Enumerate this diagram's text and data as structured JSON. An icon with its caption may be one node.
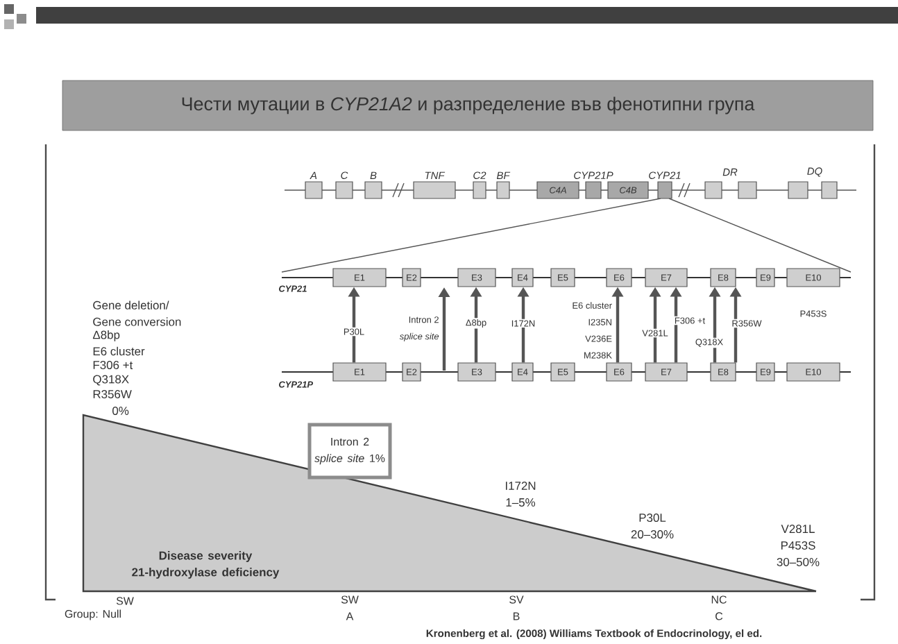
{
  "diagram": {
    "title": "Чести мутации в *CYP21A2* и разпределение във фенотипни група",
    "nodes": [
      {
        "text": [
          "A"
        ]
      },
      {
        "text": [
          "C"
        ]
      },
      {
        "text": [
          "B"
        ]
      },
      {
        "text": [
          "TNF"
        ]
      },
      {
        "text": [
          "C2"
        ]
      },
      {
        "text": [
          "BF"
        ]
      },
      {
        "text": [
          "C4A"
        ]
      },
      {
        "text": [
          "CYP21P"
        ]
      },
      {
        "text": [
          "C4B"
        ]
      },
      {
        "text": [
          "CYP21"
        ]
      },
      {
        "text": [],
        "shape": "box"
      },
      {
        "text": [],
        "shape": "box"
      },
      {
        "text": [],
        "shape": "box"
      },
      {
        "text": [],
        "shape": "box"
      },
      {
        "text": [
          "E1"
        ]
      },
      {
        "text": [
          "E2"
        ]
      },
      {
        "text": [
          "E3"
        ]
      },
      {
        "text": [
          "E4"
        ]
      },
      {
        "text": [
          "E5"
        ]
      },
      {
        "text": [
          "E6"
        ]
      },
      {
        "text": [
          "E7"
        ]
      },
      {
        "text": [
          "E8"
        ]
      },
      {
        "text": [
          "E9"
        ]
      },
      {
        "text": [
          "E10"
        ],
        "beside": [
          "P453S"
        ]
      },
      {
        "text": [
          "E1"
        ]
      },
      {
        "text": [
          "E2"
        ]
      },
      {
        "text": [
          "E3"
        ]
      },
      {
        "text": [
          "E4"
        ]
      },
      {
        "text": [
          "E5"
        ]
      },
      {
        "text": [
          "E6"
        ]
      },
      {
        "text": [
          "E7"
        ]
      },
      {
        "text": [
          "E8"
        ]
      },
      {
        "text": [
          "E9"
        ]
      },
      {
        "text": [
          "E10"
        ]
      },
      {
        "text": [
          "Disease severity 21-hydroxylase deficiency"
        ]
      },
      {
        "text": [
          "Intron 2 *splice site* 1%"
        ]
      }
    ],
    "edges": [
      {
        "from": 24,
        "to": 14,
        "arrow": "to",
        "label": "P30L"
      },
      {
        "from": 26,
        "to": 16,
        "arrow": "to",
        "label": "Δ8bp"
      },
      {
        "from": 27,
        "to": 17,
        "arrow": "to",
        "label": "I172N"
      },
      {
        "from": 29,
        "to": 19,
        "arrow": "to",
        "label": "E6 cluster I235N V236E M238K"
      },
      {
        "from": 30,
        "to": 20,
        "arrow": "to",
        "label": "V281L"
      },
      {
        "from": 30,
        "to": 20,
        "arrow": "to",
        "label": "F306 +t"
      },
      {
        "from": 31,
        "to": 21,
        "arrow": "to",
        "label": "Q318X"
      },
      {
        "from": 31,
        "to": 21,
        "arrow": "to",
        "label": "R356W"
      }
    ],
    "labels": [
      "DR",
      "DQ",
      "CYP21",
      "Intron 2 *splice site*",
      "CYP21P",
      "Gene deletion/ Gene conversion",
      "Δ8bp",
      "E6 cluster",
      "F306 +t",
      "Q318X",
      "R356W",
      "0%",
      "I172N 1–5%",
      "P30L 20–30%",
      "V281L P453S 30–50%",
      "SW",
      "Group: Null",
      "SW A",
      "SV B",
      "NC C",
      "Kronenberg et al. (2008) Williams Textbook of Endocrinology, el ed."
    ]
  }
}
